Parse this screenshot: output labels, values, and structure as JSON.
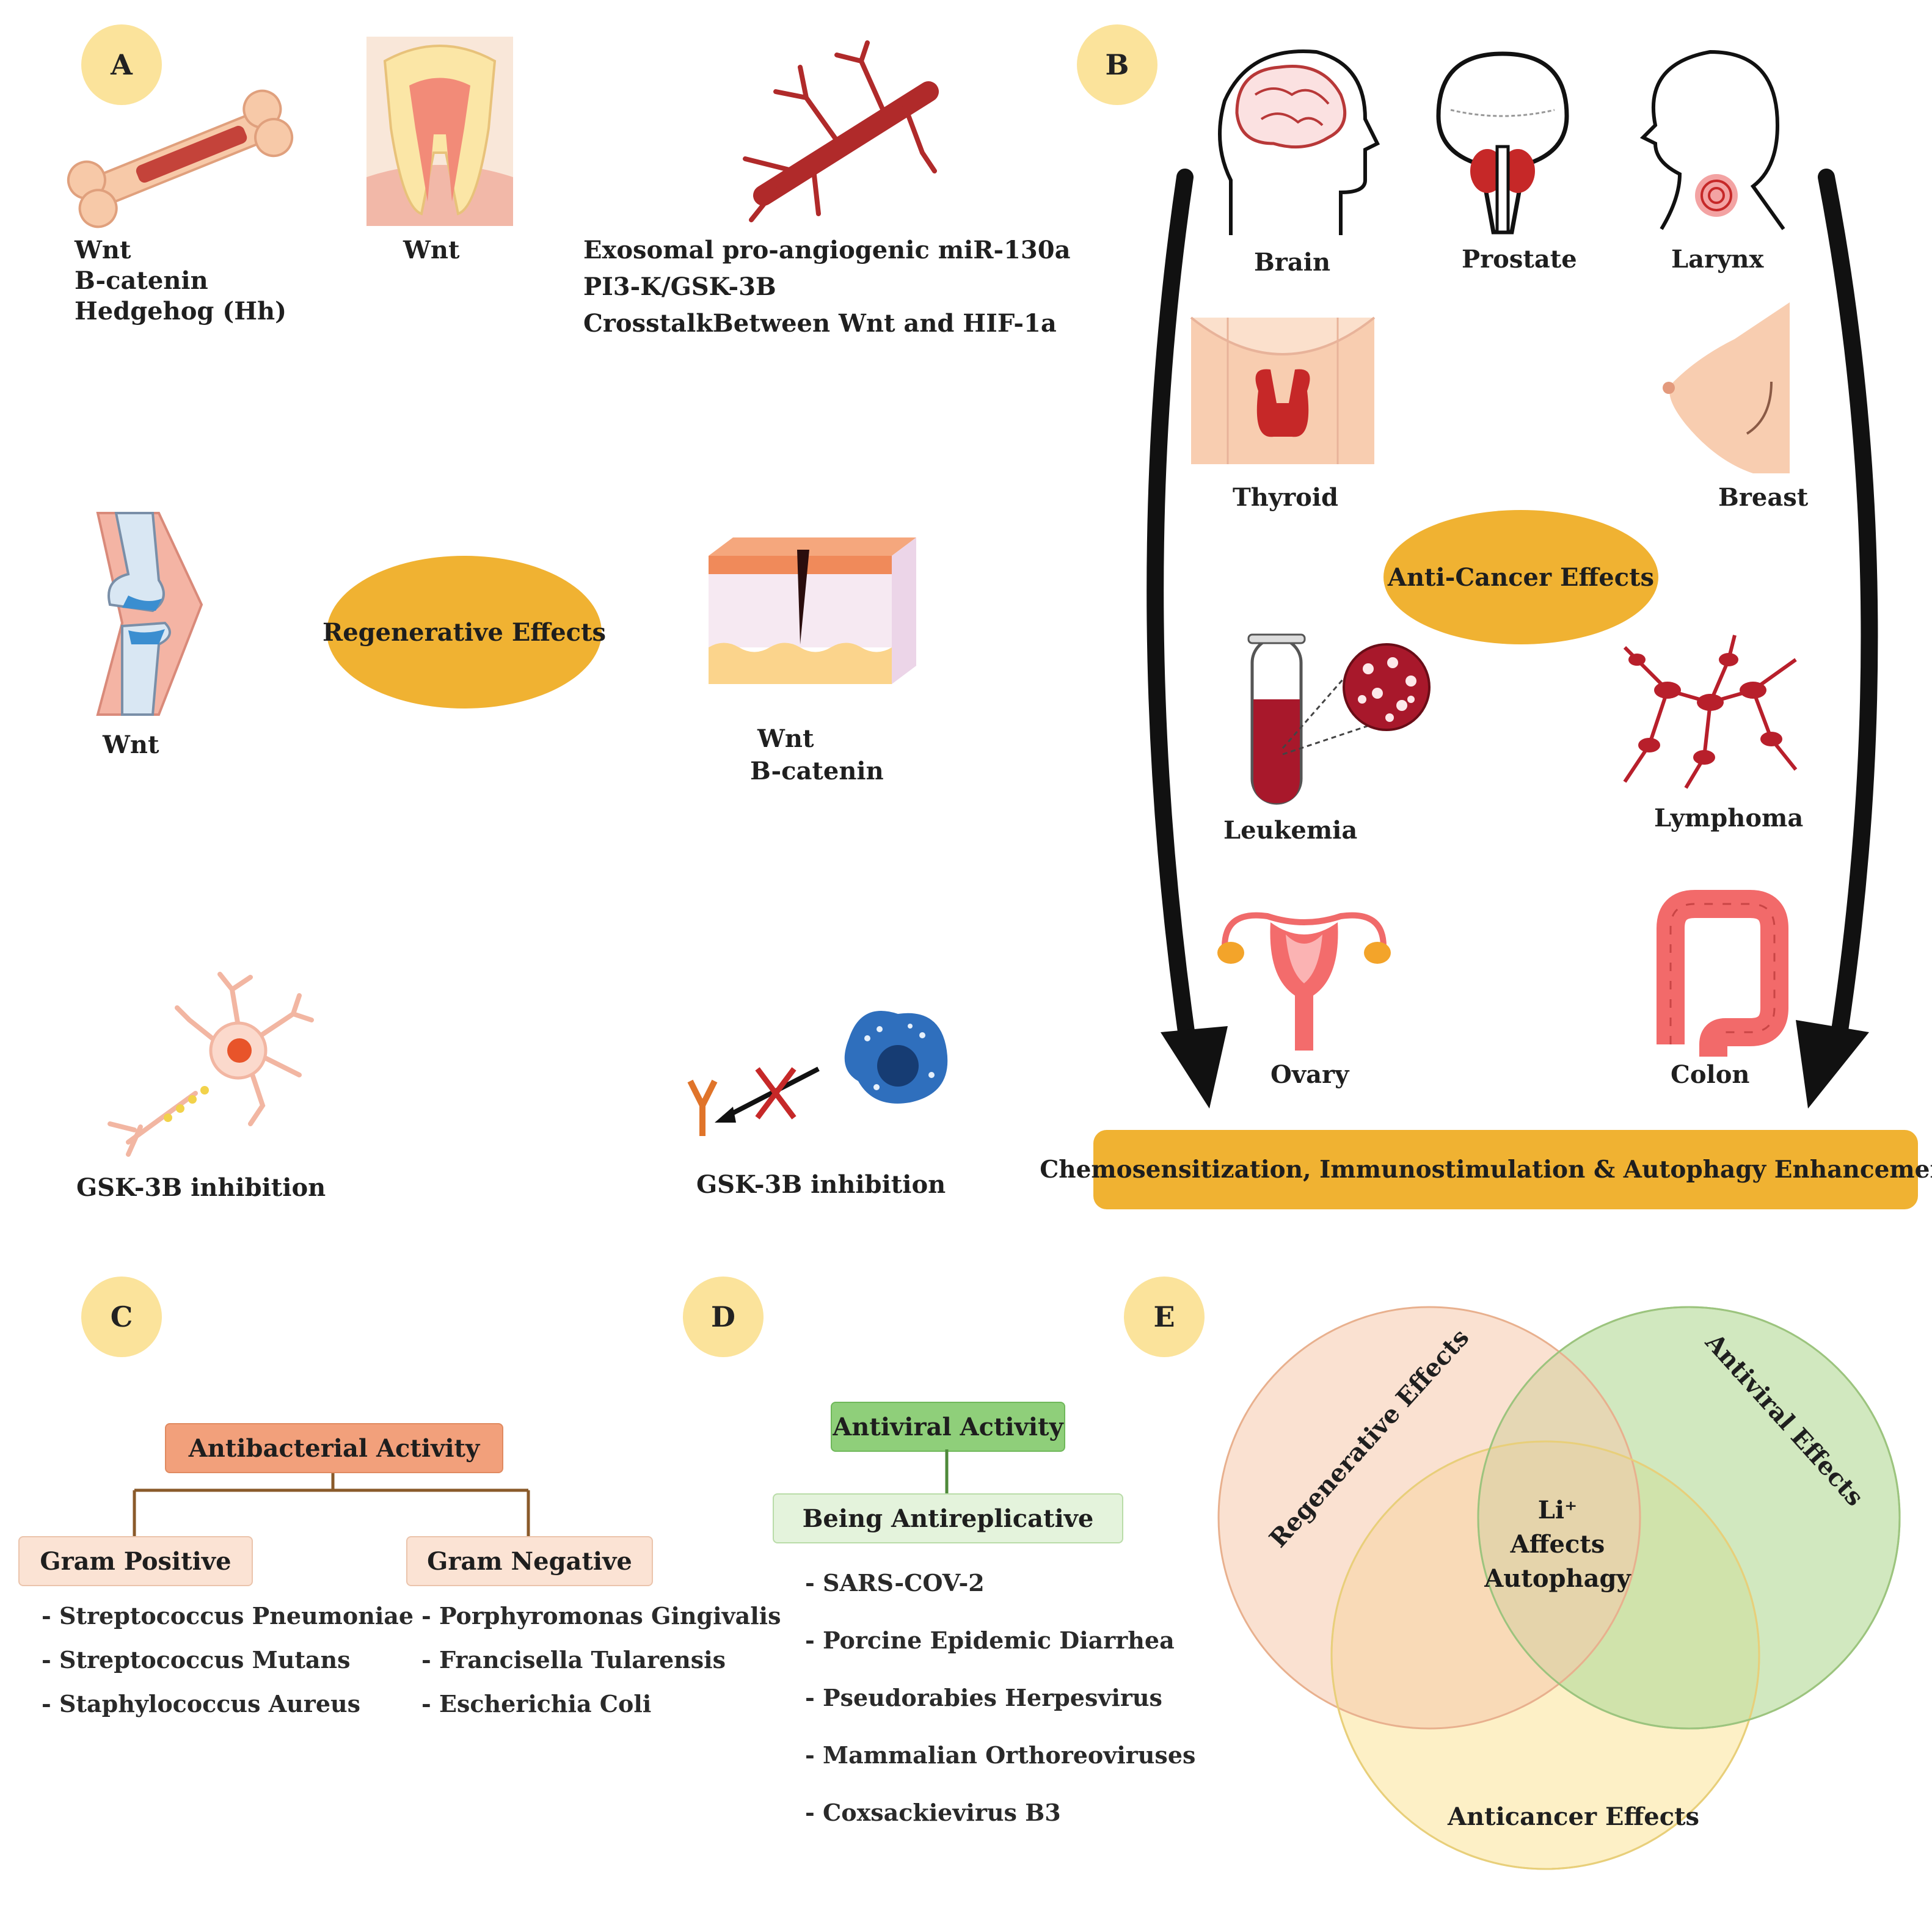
{
  "panels": {
    "a": {
      "badge": "A",
      "bone_labels": [
        "Wnt",
        "B-catenin",
        "Hedgehog (Hh)"
      ],
      "tooth_label": "Wnt",
      "vessel_labels": [
        "Exosomal pro-angiogenic miR-130a",
        "PI3-K/GSK-3B",
        "CrosstalkBetween Wnt and HIF-1a"
      ],
      "center_oval": "Regenerative Effects",
      "knee_label": "Wnt",
      "skin_labels": [
        "Wnt",
        "B-catenin"
      ],
      "neuron_label": "GSK-3B inhibition",
      "immune_label": "GSK-3B inhibition"
    },
    "b": {
      "badge": "B",
      "organs": {
        "brain": "Brain",
        "prostate": "Prostate",
        "larynx": "Larynx",
        "thyroid": "Thyroid",
        "breast": "Breast",
        "leukemia": "Leukemia",
        "lymphoma": "Lymphoma",
        "ovary": "Ovary",
        "colon": "Colon"
      },
      "center_oval": "Anti-Cancer Effects",
      "bottom_bar": "Chemosensitization, Immunostimulation & Autophagy Enhancements"
    },
    "c": {
      "badge": "C",
      "root": "Antibacterial Activity",
      "gram_positive": {
        "title": "Gram Positive",
        "items": [
          "- Streptococcus Pneumoniae",
          "- Streptococcus Mutans",
          "- Staphylococcus Aureus"
        ]
      },
      "gram_negative": {
        "title": "Gram Negative",
        "items": [
          "- Porphyromonas Gingivalis",
          "- Francisella Tularensis",
          "- Escherichia Coli"
        ]
      }
    },
    "d": {
      "badge": "D",
      "root": "Antiviral Activity",
      "child": "Being Antireplicative",
      "items": [
        "- SARS-COV-2",
        "- Porcine Epidemic Diarrhea",
        "- Pseudorabies Herpesvirus",
        "- Mammalian Orthoreoviruses",
        "- Coxsackievirus B3"
      ]
    },
    "e": {
      "badge": "E",
      "circle_regenerative": "Regenerative Effects",
      "circle_antiviral": "Antiviral Effects",
      "circle_anticancer": "Anticancer Effects",
      "center": [
        "Li⁺",
        "Affects",
        "Autophagy"
      ]
    }
  },
  "colors": {
    "badge": "#fbe39b",
    "oval": "#f0b232",
    "bar": "#f0b232",
    "antibacterial_root": "#f2a07b",
    "gram_box": "#fbe3d4",
    "antiviral_root": "#8fcf7a",
    "antiviral_child": "#e4f3dc",
    "venn_regenerative": "#f6c9ab",
    "venn_antiviral": "#b9dc9c",
    "venn_anticancer": "#fbe6a0"
  }
}
